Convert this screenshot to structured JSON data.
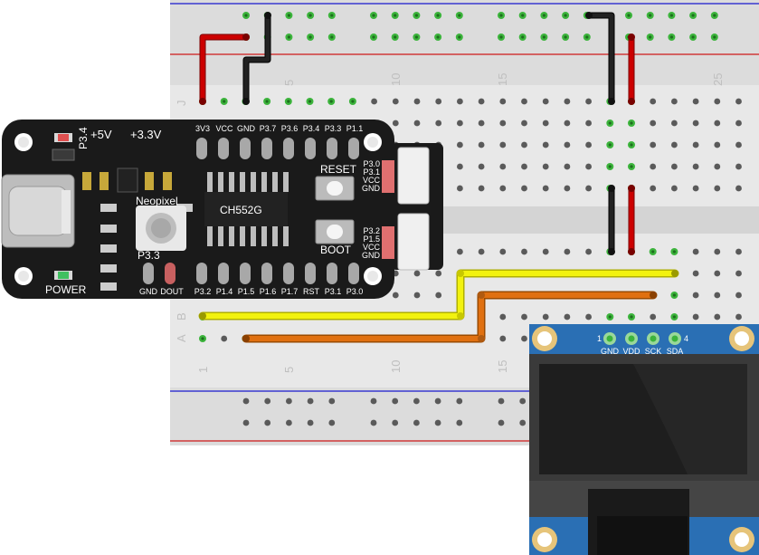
{
  "breadboard": {
    "row_letters": [
      "J",
      "B",
      "A"
    ],
    "column_numbers": [
      "5",
      "10",
      "15",
      "25"
    ],
    "bottom_column_numbers": [
      "1",
      "5",
      "10",
      "15"
    ]
  },
  "board": {
    "top_pins": [
      "3V3",
      "VCC",
      "GND",
      "P3.7",
      "P3.6",
      "P3.4",
      "P3.3",
      "P1.1"
    ],
    "bottom_pins": [
      "P3.2",
      "P1.4",
      "P1.5",
      "P1.6",
      "P1.7",
      "RST",
      "P3.1",
      "P3.0"
    ],
    "neopixel_pins": [
      "GND",
      "DOUT"
    ],
    "labels": {
      "p34": "P3.4",
      "plus5v": "+5V",
      "plus33v": "+3.3V",
      "chip": "CH552G",
      "neopixel": "Neopixel",
      "p33": "P3.3",
      "power": "POWER",
      "reset": "RESET",
      "boot": "BOOT"
    },
    "conn1_pins": [
      "P3.0",
      "P3.1",
      "VCC",
      "GND"
    ],
    "conn2_pins": [
      "P3.2",
      "P1.5",
      "VCC",
      "GND"
    ]
  },
  "oled": {
    "pin_labels": [
      "GND",
      "VDD",
      "SCK",
      "SDA"
    ],
    "pin_first": "1",
    "pin_last": "4"
  },
  "colors": {
    "wire_red": "#cc0000",
    "wire_black": "#1a1a1a",
    "wire_yellow": "#f2f20f",
    "wire_orange": "#e07010",
    "board": "#1a1a1a",
    "oled_pcb": "#2a6fb4",
    "hole_active": "#3cb43c"
  }
}
